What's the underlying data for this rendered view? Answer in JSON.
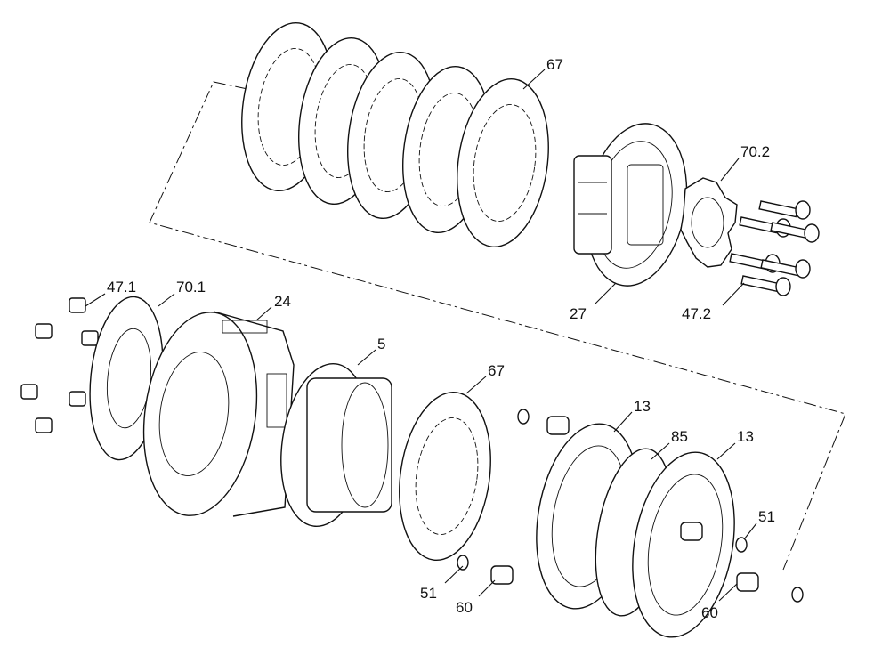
{
  "callouts": {
    "c67a": "67",
    "c702": "70.2",
    "c27": "27",
    "c472": "47.2",
    "c471": "47.1",
    "c701": "70.1",
    "c24": "24",
    "c5": "5",
    "c67b": "67",
    "c13a": "13",
    "c85": "85",
    "c13b": "13",
    "c51a": "51",
    "c51b": "51",
    "c60a": "60",
    "c60b": "60"
  }
}
